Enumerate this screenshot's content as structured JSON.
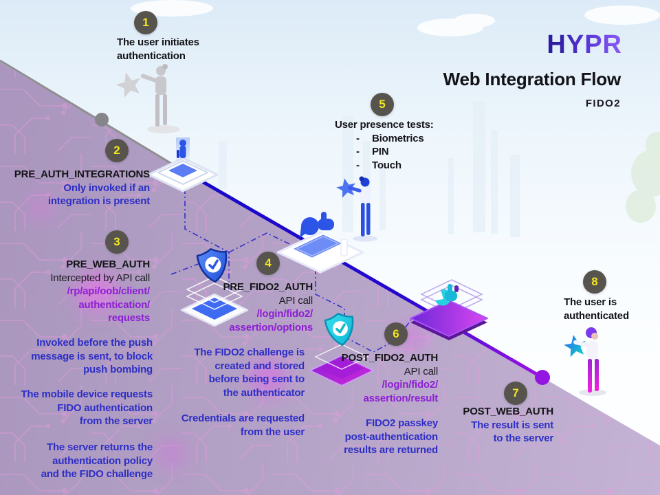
{
  "brand": {
    "logo": "HYPR",
    "title": "Web Integration Flow",
    "subtitle": "FIDO2"
  },
  "colors": {
    "accent_blue": "#2d2ec5",
    "accent_purple": "#8d1ed3",
    "flow_line_blue": "#1508cf",
    "flow_line_purple": "#9a16dd",
    "badge_bg": "#57544d",
    "badge_number": "#f2e721",
    "background_purple": "#b4a2c6"
  },
  "icons": {
    "step1": "gray-person-holding-star-icon",
    "step2": "user-on-platform-icon",
    "center": "laptop-approval-thumbs-up-icon",
    "step4": "blue-shield-check-platform-icon",
    "step5": "blue-person-holding-star-icon",
    "step6": "cyan-shield-check-purple-platform-icon",
    "post": "cloud-thumbs-up-purple-platform-icon",
    "step8": "purple-person-holding-star-icon",
    "flow": "diagonal-flow-line"
  },
  "steps": [
    {
      "num": "1",
      "lines": [
        "The user initiates",
        "authentication"
      ]
    },
    {
      "num": "2",
      "name": "PRE_AUTH_INTEGRATIONS",
      "desc": [
        "Only invoked if an",
        "integration is present"
      ]
    },
    {
      "num": "3",
      "name": "PRE_WEB_AUTH",
      "plain": "Intercepted by API call",
      "api": [
        "/rp/api/oob/client/",
        "authentication/",
        "requests"
      ],
      "notes": [
        [
          "Invoked before the push",
          "message is sent, to block",
          "push bombing"
        ],
        [
          "The mobile device requests",
          "FIDO authentication",
          "from the server"
        ],
        [
          "The server returns the",
          "authentication policy",
          "and the FIDO challenge"
        ]
      ]
    },
    {
      "num": "4",
      "name": "PRE_FIDO2_AUTH",
      "plain": "API call",
      "api": [
        "/login/fido2/",
        "assertion/options"
      ],
      "notes": [
        [
          "The FIDO2 challenge is",
          "created and stored",
          "before being sent to",
          "the authenticator"
        ],
        [
          "Credentials are requested",
          "from the user"
        ]
      ]
    },
    {
      "num": "5",
      "heading": "User presence tests:",
      "bullet": "-",
      "items": [
        "Biometrics",
        "PIN",
        "Touch"
      ]
    },
    {
      "num": "6",
      "name": "POST_FIDO2_AUTH",
      "plain": "API call",
      "api": [
        "/login/fido2/",
        "assertion/result"
      ],
      "notes": [
        [
          "FIDO2 passkey",
          "post-authentication",
          "results are returned"
        ]
      ]
    },
    {
      "num": "7",
      "name": "POST_WEB_AUTH",
      "desc": [
        "The result is sent",
        "to the server"
      ]
    },
    {
      "num": "8",
      "lines": [
        "The user is",
        "authenticated"
      ]
    }
  ]
}
